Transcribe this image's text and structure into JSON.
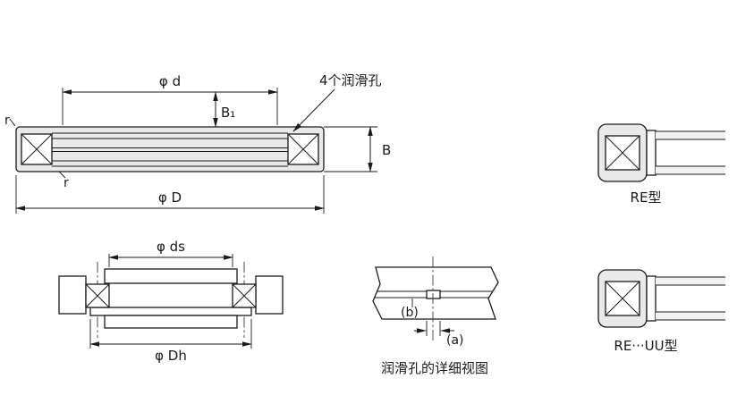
{
  "drawing": {
    "main_view": {
      "dim_phi_d": "φ d",
      "dim_b1": "B₁",
      "lube_holes_label": "4个润滑孔",
      "dim_b": "B",
      "dim_phi_D": "φ D",
      "r_top_left": "r",
      "r_bottom": "r"
    },
    "mount_view": {
      "dim_phi_ds": "φ ds",
      "dim_phi_dh": "φ Dh"
    },
    "detail_view": {
      "label_b": "(b)",
      "label_a": "(a)",
      "caption": "润滑孔的详细视图"
    },
    "type_views": {
      "re_caption": "RE型",
      "re_uu_caption": "RE···UU型"
    }
  },
  "colors": {
    "line": "#1a1a1a",
    "body-fill": "#e9e9e9",
    "bg": "#ffffff"
  }
}
